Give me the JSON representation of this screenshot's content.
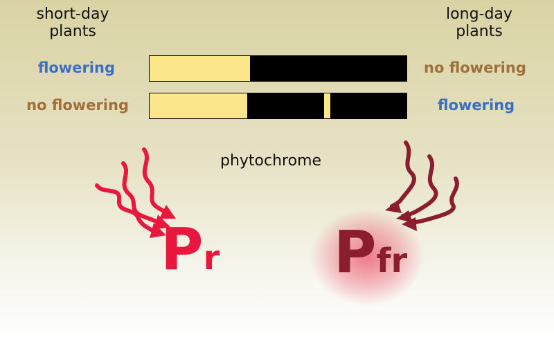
{
  "left_header": {
    "line1": "short-day",
    "line2": "plants"
  },
  "right_header": {
    "line1": "long-day",
    "line2": "plants"
  },
  "rows": [
    {
      "left_status": "flowering",
      "left_color": "#3a6fc4",
      "right_status": "no flowering",
      "right_color": "#a0703a",
      "light_fraction": 0.39,
      "flash_fraction": null
    },
    {
      "left_status": "no flowering",
      "left_color": "#a0703a",
      "right_status": "flowering",
      "right_color": "#3a6fc4",
      "light_fraction": 0.38,
      "flash_fraction": 0.68
    }
  ],
  "colors": {
    "light_period": "#fbe68c",
    "dark_period": "#000000",
    "red_light": "#e8173e",
    "far_red_light": "#8b1e2e"
  },
  "center_label": "phytochrome",
  "pr": {
    "main": "P",
    "sub": "r"
  },
  "pfr": {
    "main": "P",
    "sub": "fr"
  }
}
